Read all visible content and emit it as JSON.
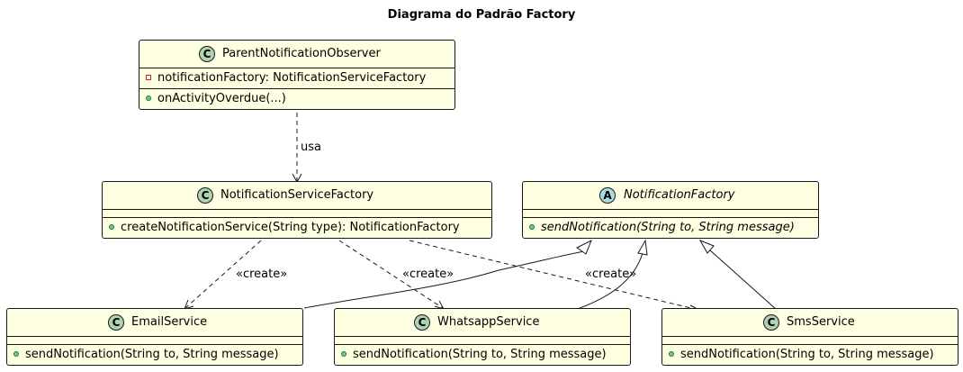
{
  "title": "Diagrama do Padrão Factory",
  "classes": {
    "parent": {
      "stereotype": "C",
      "name": "ParentNotificationObserver",
      "field": "notificationFactory: NotificationServiceFactory",
      "method": "onActivityOverdue(...)"
    },
    "factory": {
      "stereotype": "C",
      "name": "NotificationServiceFactory",
      "method": "createNotificationService(String type): NotificationFactory"
    },
    "abstract": {
      "stereotype": "A",
      "name": "NotificationFactory",
      "method": "sendNotification(String to, String message)"
    },
    "email": {
      "stereotype": "C",
      "name": "EmailService",
      "method": "sendNotification(String to, String message)"
    },
    "whatsapp": {
      "stereotype": "C",
      "name": "WhatsappService",
      "method": "sendNotification(String to, String message)"
    },
    "sms": {
      "stereotype": "C",
      "name": "SmsService",
      "method": "sendNotification(String to, String message)"
    }
  },
  "relations": {
    "uses_label": "usa",
    "create_label": "«create»"
  },
  "colors": {
    "class_fill": "#FEFEE1",
    "class_circle": "#ADD1B2",
    "abstract_circle": "#A9DCDF",
    "border": "#181818"
  }
}
